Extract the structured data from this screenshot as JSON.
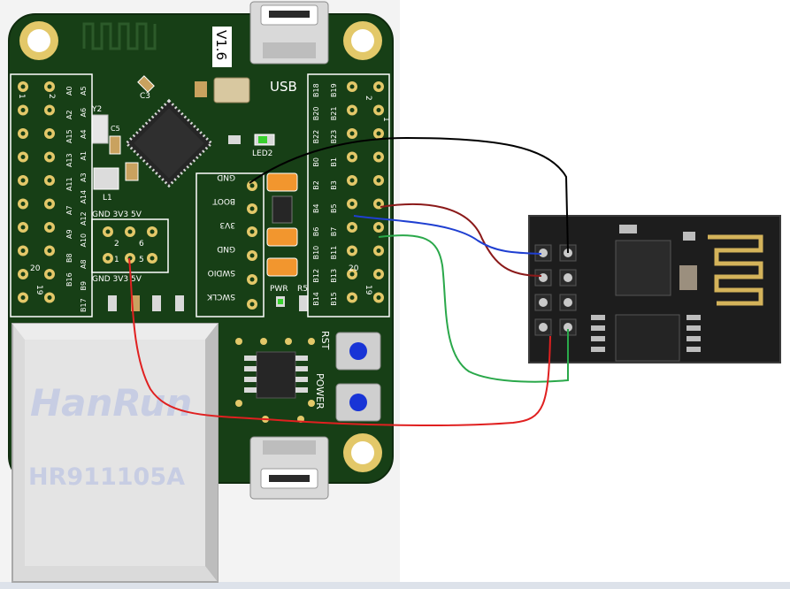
{
  "board": {
    "version": "V1.6",
    "usb_label": "USB",
    "led2": "LED2",
    "pwr": "PWR",
    "r5": "R5",
    "y2": "Y2",
    "c5": "C5",
    "c3": "C3",
    "l1": "L1",
    "rst": "RST",
    "power": "POWER",
    "left_top_numbers": [
      "1",
      "2"
    ],
    "left_bottom_numbers": [
      "20",
      "19"
    ],
    "right_top_numbers": [
      "2",
      "1"
    ],
    "right_bottom_numbers": [
      "20",
      "19"
    ],
    "left_col_a": [
      "A5",
      "A6",
      "A4",
      "A1",
      "A3",
      "A14",
      "A12",
      "A10",
      "A8",
      "B9",
      "B17"
    ],
    "left_col_b": [
      "A0",
      "A2",
      "A15",
      "A13",
      "A11",
      "A7",
      "A9",
      "B8",
      "B16"
    ],
    "right_col_a": [
      "B18",
      "B20",
      "B22",
      "B0",
      "B2",
      "B4",
      "B6",
      "B10",
      "B12",
      "B14"
    ],
    "right_col_b": [
      "B19",
      "B21",
      "B23",
      "B1",
      "B3",
      "B5",
      "B7",
      "B11",
      "B13",
      "B15"
    ],
    "jumper_top": "GND 3V3  5V",
    "jumper_bottom": "GND 3V3  5V",
    "jumper_nums": [
      "2",
      "6",
      "1",
      "5"
    ],
    "side_header": [
      "GND",
      "BOOT",
      "3V3",
      "GND",
      "SWDIO",
      "SWCLK"
    ]
  },
  "ethernet": {
    "brand": "HanRun",
    "model": "HR911105A"
  },
  "colors": {
    "pcb": "#173f16",
    "pad_gold": "#e3c869",
    "wire_black": "#000000",
    "wire_darkred": "#8b1a1a",
    "wire_blue": "#1f3fd1",
    "wire_green": "#2aa84a",
    "wire_red": "#e02020",
    "button_blue": "#1834d6"
  },
  "wires": [
    {
      "color": "black",
      "from": "board GND",
      "to": "ESP module pin"
    },
    {
      "color": "dark red",
      "from": "board B4",
      "to": "ESP module pin"
    },
    {
      "color": "blue",
      "from": "board B5",
      "to": "ESP module pin"
    },
    {
      "color": "green",
      "from": "board B6/B7",
      "to": "ESP module pin"
    },
    {
      "color": "red",
      "from": "jumper 3V3",
      "to": "ESP module pin"
    }
  ]
}
